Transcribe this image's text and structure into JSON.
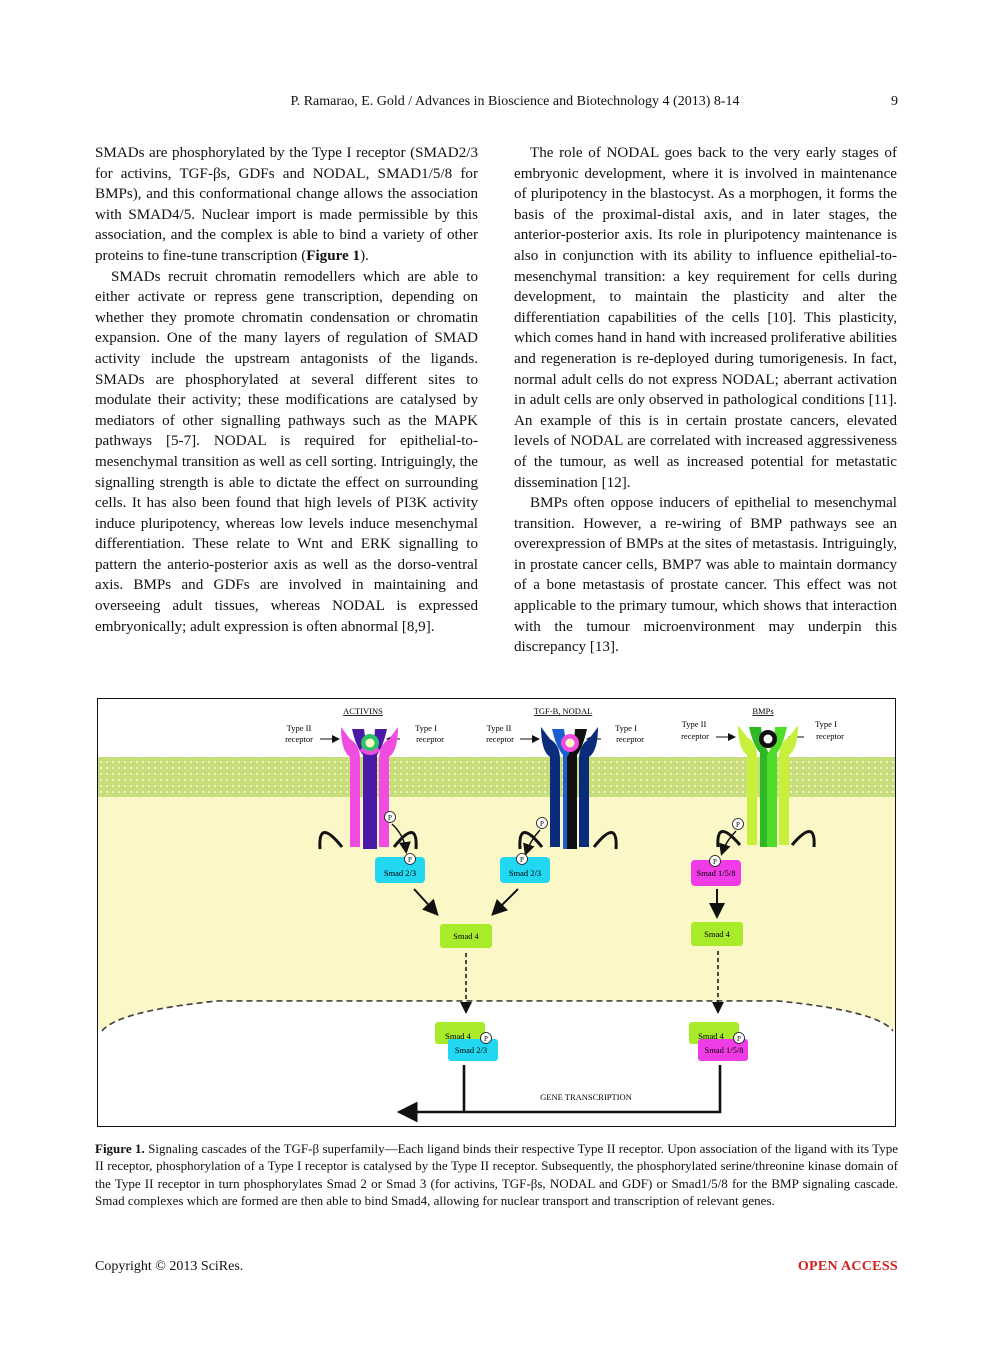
{
  "header": {
    "running_title": "P. Ramarao, E. Gold / Advances in Bioscience and Biotechnology 4 (2013) 8-14",
    "page_number": "9"
  },
  "left_column": {
    "p1": "SMADs are phosphorylated by the Type I receptor (SMAD2/3 for activins, TGF-βs, GDFs and NODAL, SMAD1/5/8 for BMPs), and this conformational change allows the association with SMAD4/5. Nuclear import is made permissible by this association, and the complex is able to bind a variety of other proteins to fine-tune transcription (",
    "p1_ref": "Figure 1",
    "p1_end": ").",
    "p2": "SMADs recruit chromatin remodellers which are able to either activate or repress gene transcription, depending on whether they promote chromatin condensation or chromatin expansion. One of the many layers of regulation of SMAD activity include the upstream antagonists of the ligands. SMADs are phosphorylated at several different sites to modulate their activity; these modifications are catalysed by mediators of other signalling pathways such as the MAPK pathways [5-7]. NODAL is required for epithelial-to-mesenchymal transition as well as cell sorting. Intriguingly, the signalling strength is able to dictate the effect on surrounding cells. It has also been found that high levels of PI3K activity induce pluripotency, whereas low levels induce mesenchymal differentiation. These relate to Wnt and ERK signalling to pattern the anterio-posterior axis as well as the dorso-ventral axis. BMPs and GDFs are involved in maintaining and overseeing adult tissues, whereas NODAL is expressed embryonically; adult expression is often abnormal [8,9]."
  },
  "right_column": {
    "p1": "The role of NODAL goes back to the very early stages of embryonic development, where it is involved in maintenance of pluripotency in the blastocyst. As a morphogen, it forms the basis of the proximal-distal axis, and in later stages, the anterior-posterior axis. Its role in pluripotency maintenance is also in conjunction with its ability to influence epithelial-to-mesenchymal transition: a key requirement for cells during development, to maintain the plasticity and alter the differentiation capabilities of the cells [10]. This plasticity, which comes hand in hand with increased proliferative abilities and regeneration is re-deployed during tumorigenesis. In fact, normal adult cells do not express NODAL; aberrant activation in adult cells are only observed in pathological conditions [11]. An example of this is in certain prostate cancers, elevated levels of NODAL are correlated with increased aggressiveness of the tumour, as well as increased potential for metastatic dissemination [12].",
    "p2": "BMPs often oppose inducers of epithelial to mesenchymal transition. However, a re-wiring of BMP pathways see an overexpression of BMPs at the sites of metastasis. Intriguingly, in prostate cancer cells, BMP7 was able to maintain dormancy of a bone metastasis of prostate cancer. This effect was not applicable to the primary tumour, which shows that interaction with the tumour microenvironment may underpin this discrepancy [13]."
  },
  "figure": {
    "ligands": [
      "ACTIVINS",
      "TGF-B, NODAL",
      "BMPs"
    ],
    "type2_label": "Type II",
    "type1_label": "Type I",
    "receptor_label": "receptor",
    "phospho": "P",
    "smad23": "Smad 2/3",
    "smad158": "Smad 1/5/8",
    "smad4": "Smad 4",
    "gene_transcription": "GENE TRANSCRIPTION",
    "colors": {
      "membrane": "#c9e07a",
      "cytoplasm": "#fbf7c6",
      "smad23": "#21d7f1",
      "smad4": "#a7eb2a",
      "smad158": "#f03ce6",
      "activin_receptor": "#f04de0",
      "tgf_receptor": "#0a2c7a",
      "bmp_receptor": "#3fd121"
    }
  },
  "caption": {
    "label": "Figure 1.",
    "text": " Signaling cascades of the TGF-β superfamily—Each ligand binds their respective Type II receptor. Upon association of the ligand with its Type II receptor, phosphorylation of a Type I receptor is catalysed by the Type II receptor. Subsequently, the phosphorylated serine/threonine kinase domain of the Type II receptor in turn phosphorylates Smad 2 or Smad 3 (for activins, TGF-βs, NODAL and GDF) or Smad1/5/8 for the BMP signaling cascade. Smad complexes which are formed are then able to bind Smad4, allowing for nuclear transport and transcription of relevant genes."
  },
  "footer": {
    "copyright": "Copyright © 2013 SciRes.",
    "open_access": "OPEN ACCESS"
  }
}
